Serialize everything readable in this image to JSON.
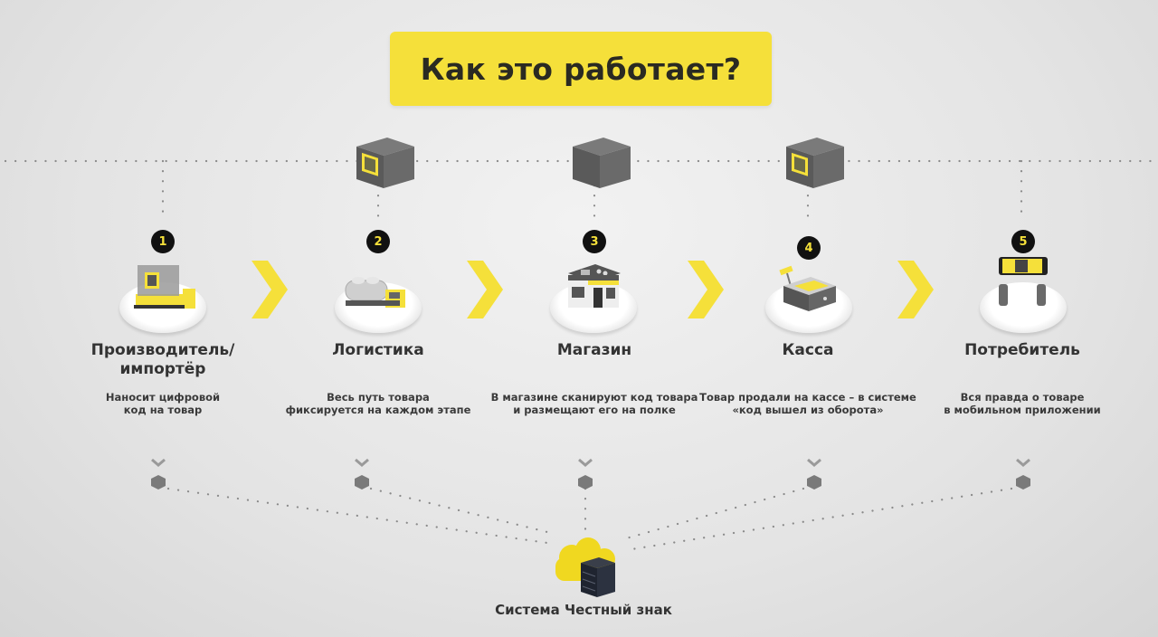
{
  "header": {
    "title": "Как это работает?"
  },
  "steps": [
    {
      "number": "1",
      "title_line1": "Производитель/",
      "title_line2": "импортёр",
      "desc_line1": "Наносит цифровой",
      "desc_line2": "код на товар",
      "icon": "factory-icon"
    },
    {
      "number": "2",
      "title_line1": "Логистика",
      "title_line2": "",
      "desc_line1": "Весь путь товара",
      "desc_line2": "фиксируется на каждом этапе",
      "icon": "truck-icon"
    },
    {
      "number": "3",
      "title_line1": "Магазин",
      "title_line2": "",
      "desc_line1": "В магазине сканируют код товара",
      "desc_line2": "и размещают его на полке",
      "icon": "store-icon"
    },
    {
      "number": "4",
      "title_line1": "Касса",
      "title_line2": "",
      "desc_line1": "Товар продали на кассе – в системе",
      "desc_line2": "«код вышел из оборота»",
      "icon": "cash-register-icon"
    },
    {
      "number": "5",
      "title_line1": "Потребитель",
      "title_line2": "",
      "desc_line1": "Вся правда о товаре",
      "desc_line2": "в мобильном приложении",
      "icon": "phone-scan-icon"
    }
  ],
  "system": {
    "label": "Система Честный знак",
    "icon": "cloud-server-icon"
  },
  "colors": {
    "accent": "#f5e03a",
    "badge": "#111111",
    "text": "#333333",
    "box": "#5a5a5a"
  }
}
